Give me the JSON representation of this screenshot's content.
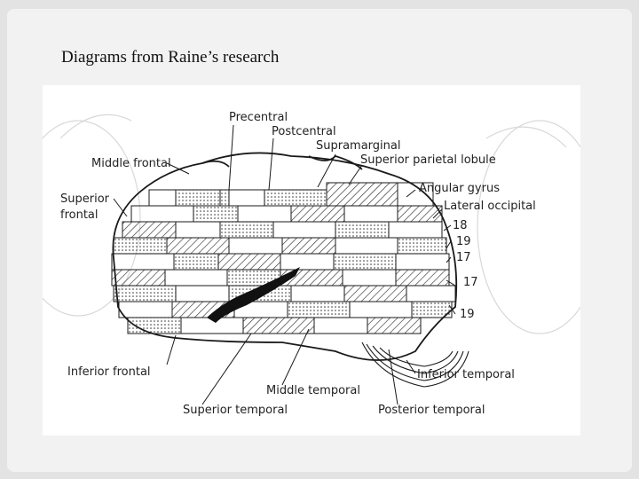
{
  "slide": {
    "title": "Diagrams from Raine’s research"
  },
  "figure": {
    "labels": {
      "precentral": "Precentral",
      "postcentral": "Postcentral",
      "supramarginal": "Supramarginal",
      "superior_parietal": "Superior parietal lobule",
      "middle_frontal": "Middle frontal",
      "angular_gyrus": "Angular gyrus",
      "superior_frontal_1": "Superior",
      "superior_frontal_2": "frontal",
      "lateral_occipital": "Lateral occipital",
      "area_18": "18",
      "area_19a": "19",
      "area_17a": "17",
      "area_17b": "17",
      "area_19b": "19",
      "inferior_frontal": "Inferior frontal",
      "inferior_temporal": "Inferior temporal",
      "middle_temporal": "Middle temporal",
      "superior_temporal": "Superior temporal",
      "posterior_temporal": "Posterior temporal"
    }
  },
  "colors": {
    "ink": "#1a1a1a",
    "slide_bg": "#f2f2f2",
    "page_bg": "#e3e3e3"
  }
}
